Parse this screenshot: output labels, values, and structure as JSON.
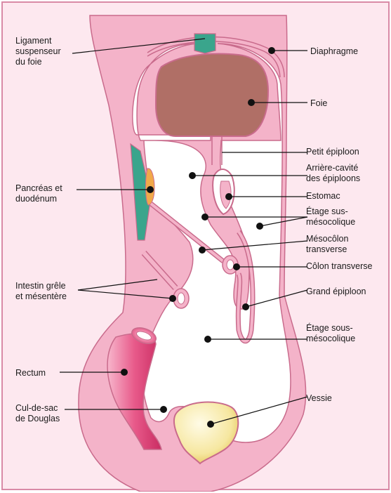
{
  "labels": {
    "ligament": "Ligament\nsuspenseur\ndu foie",
    "pancreas": "Pancréas et\nduodénum",
    "intestin": "Intestin grêle\net mésentère",
    "rectum": "Rectum",
    "douglas": "Cul-de-sac\nde Douglas",
    "diaphragme": "Diaphragme",
    "foie": "Foie",
    "petit_epiploon": "Petit épiploon",
    "arriere_cavite": "Arrière-cavité\ndes épiploons",
    "estomac": "Estomac",
    "etage_sus": "Étage sus-\nmésocolique",
    "mesocolon": "Mésocôlon\ntransverse",
    "colon": "Côlon transverse",
    "grand_epiploon": "Grand épiploon",
    "etage_sous": "Étage sous-\nmésocolique",
    "vessie": "Vessie"
  },
  "colors": {
    "background": "#fde8ef",
    "body": "#f4b3c9",
    "cavity": "#ffffff",
    "outline": "#c96b8c",
    "liver": "#b06f66",
    "ligament": "#3aa58c",
    "pancreas": "#f1a94a",
    "rectum": "#e0467a",
    "bladder": "#f3e9a8",
    "leader": "#111111"
  }
}
